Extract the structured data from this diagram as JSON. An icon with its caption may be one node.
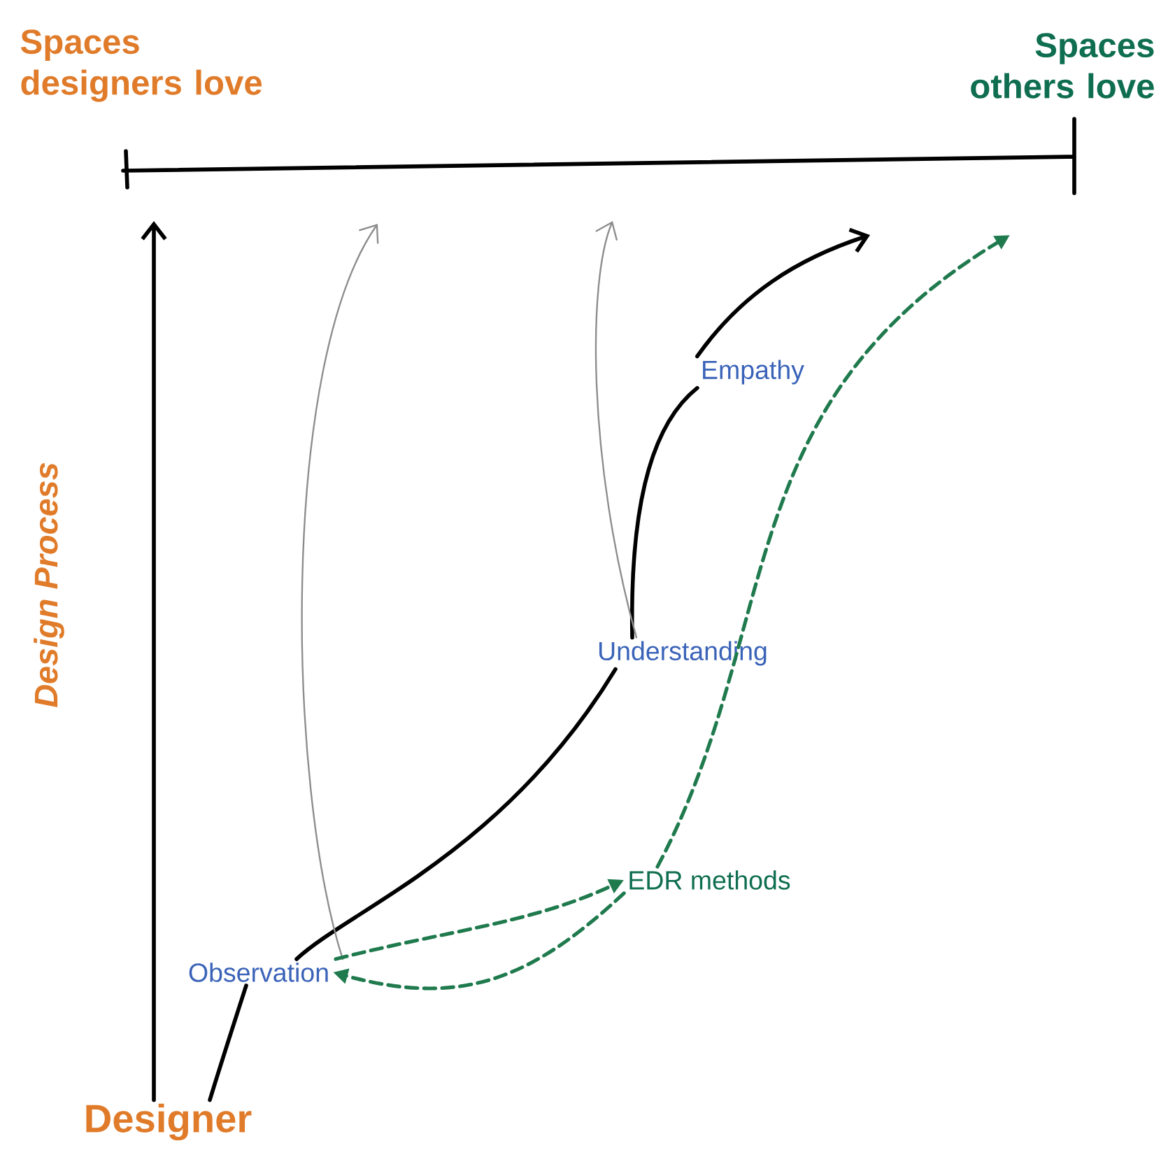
{
  "diagram": {
    "nodes": [
      {
        "text": [
          "Designer"
        ]
      },
      {
        "text": [
          "Observation"
        ]
      },
      {
        "text": [
          "Understanding"
        ]
      },
      {
        "text": [
          "Empathy"
        ]
      },
      {
        "text": [
          "EDR methods"
        ]
      }
    ],
    "edges": [
      {
        "from": 0,
        "to": null,
        "arrow": "to"
      },
      {
        "from": 0,
        "to": 1,
        "arrow": "none"
      },
      {
        "from": 1,
        "to": 2,
        "arrow": "none"
      },
      {
        "from": 2,
        "to": 3,
        "arrow": "none"
      },
      {
        "from": 3,
        "to": null,
        "arrow": "to"
      },
      {
        "from": 1,
        "to": null,
        "arrow": "to",
        "color": "#8c8c8c"
      },
      {
        "from": 2,
        "to": null,
        "arrow": "to",
        "color": "#8c8c8c"
      },
      {
        "from": 1,
        "to": 4,
        "arrow": "to",
        "style": "dashed",
        "color": "#1f7a4d"
      },
      {
        "from": 4,
        "to": 1,
        "arrow": "to",
        "style": "dashed",
        "color": "#1f7a4d"
      },
      {
        "from": 4,
        "to": null,
        "arrow": "to",
        "style": "dashed",
        "color": "#1f7a4d"
      }
    ],
    "labels": [
      "Spaces designers love",
      "Spaces others love",
      "Design Process"
    ]
  }
}
